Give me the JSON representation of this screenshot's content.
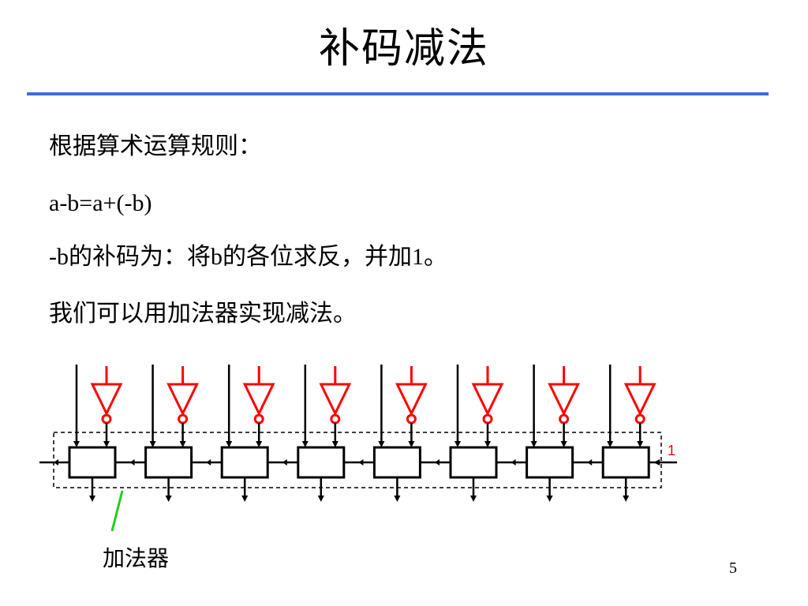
{
  "slide": {
    "title": "补码减法",
    "lines": [
      "根据算术运算规则：",
      "a-b=a+(-b)",
      "-b的补码为：将b的各位求反，并加1。",
      "我们可以用加法器实现减法。"
    ],
    "page_number": "5"
  },
  "diagram": {
    "adder_count": 8,
    "carry_in_label": "1",
    "adder_label": "加法器",
    "colors": {
      "inverter": "#ff0000",
      "pointer": "#22cc22",
      "rule": "#3b6fd8",
      "wire": "#000000"
    }
  }
}
